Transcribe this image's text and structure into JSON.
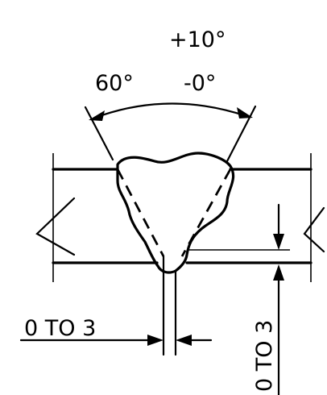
{
  "annotations": {
    "angle_tolerance_plus": "+10°",
    "groove_angle": "60°",
    "angle_tolerance_minus": "-0°",
    "root_opening": "0 TO 3",
    "root_face": "0 TO 3"
  }
}
